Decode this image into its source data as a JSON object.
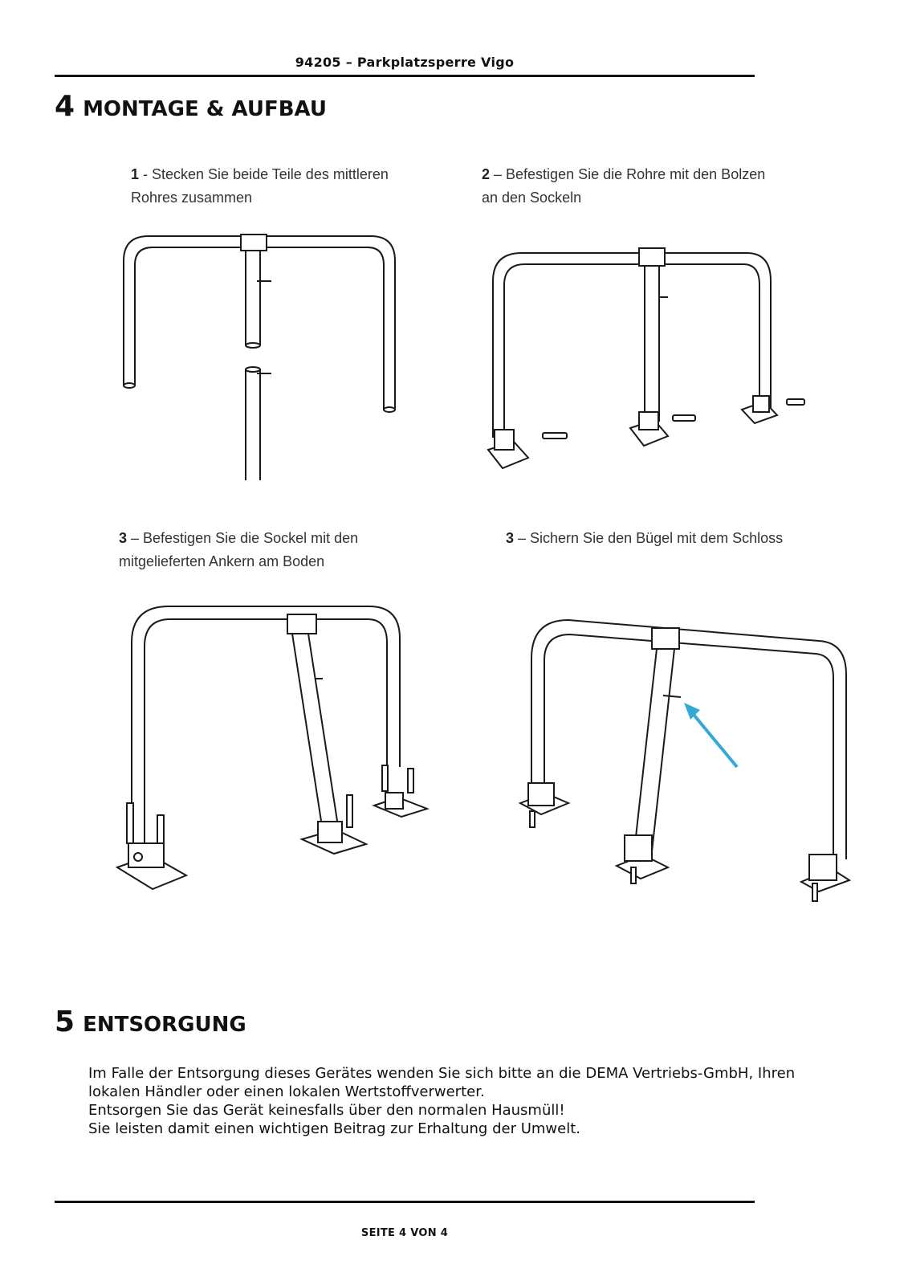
{
  "header": {
    "title": "94205 – Parkplatzsperre Vigo"
  },
  "section4": {
    "number": "4",
    "title": "MONTAGE & AUFBAU",
    "steps": [
      {
        "num": "1",
        "text": " - Stecken Sie beide Teile des mittleren\nRohres zusammen"
      },
      {
        "num": "2",
        "text": " – Befestigen Sie die Rohre mit den Bolzen\nan den Sockeln"
      },
      {
        "num": "3",
        "text": " – Befestigen  Sie die Sockel mit den\nmitgelieferten  Ankern am Boden"
      },
      {
        "num": "3",
        "text": " – Sichern Sie  den Bügel mit dem Schloss"
      }
    ]
  },
  "section5": {
    "number": "5",
    "title": "ENTSORGUNG",
    "lines": [
      "Im Falle der Entsorgung dieses Gerätes wenden Sie sich bitte an die DEMA Vertriebs-GmbH, Ihren",
      "lokalen Händler oder einen lokalen Wertstoffverwerter.",
      "Entsorgen Sie das Gerät keinesfalls über den normalen Hausmüll!",
      "Sie leisten damit einen wichtigen Beitrag zur Erhaltung der Umwelt."
    ]
  },
  "footer": {
    "page_label": "SEITE 4 VON 4"
  },
  "colors": {
    "arrow": "#35a9d6",
    "rule": "#111111"
  }
}
